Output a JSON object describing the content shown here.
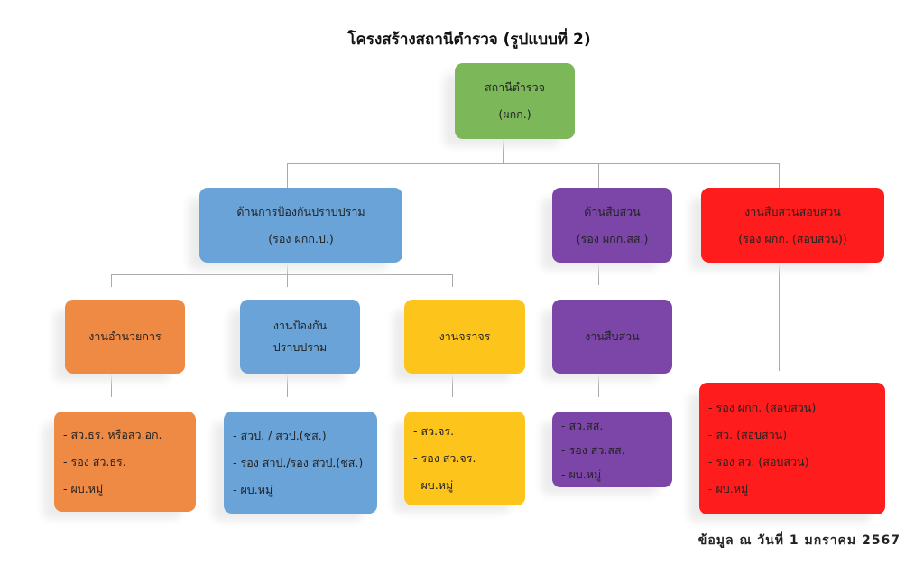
{
  "title": "โครงสร้างสถานีตำรวจ (รูปแบบที่ 2)",
  "colors": {
    "green": "#7cb85a",
    "blue": "#6aa3d8",
    "purple": "#7b46a8",
    "red": "#ff1c1c",
    "orange": "#ef8a45",
    "yellow": "#fdc41c"
  },
  "root": {
    "line1": "สถานีตำรวจ",
    "line2": "(ผกก.)"
  },
  "prevention": {
    "line1": "ด้านการป้องกันปราบปราม",
    "line2": "(รอง ผกก.ป.)"
  },
  "investigation": {
    "line1": "ด้านสืบสวน",
    "line2": "(รอง ผกก.สส.)"
  },
  "inquiry": {
    "line1": "งานสืบสวนสอบสวน",
    "line2": "(รอง ผกก. (สอบสวน))",
    "items": [
      "- รอง ผกก. (สอบสวน)",
      "- สว. (สอบสวน)",
      "- รอง สว. (สอบสวน)",
      "- ผบ.หมู่"
    ]
  },
  "admin": {
    "label": "งานอำนวยการ",
    "items": [
      "- สว.ธร. หรือสว.อก.",
      "- รอง สว.ธร.",
      "- ผบ.หมู่"
    ]
  },
  "suppression": {
    "line1": "งานป้องกัน",
    "line2": "ปราบปราม",
    "items": [
      "- สวป. / สวป.(ชส.)",
      "- รอง สวป./รอง สวป.(ชส.)",
      "- ผบ.หมู่"
    ]
  },
  "traffic": {
    "label": "งานจราจร",
    "items": [
      "- สว.จร.",
      "- รอง สว.จร.",
      "- ผบ.หมู่"
    ]
  },
  "invwork": {
    "label": "งานสืบสวน",
    "items": [
      "- สว.สส.",
      "- รอง สว.สส.",
      "- ผบ.หมู่"
    ]
  },
  "footer": "ข้อมูล ณ วันที่ 1 มกราคม 2567"
}
